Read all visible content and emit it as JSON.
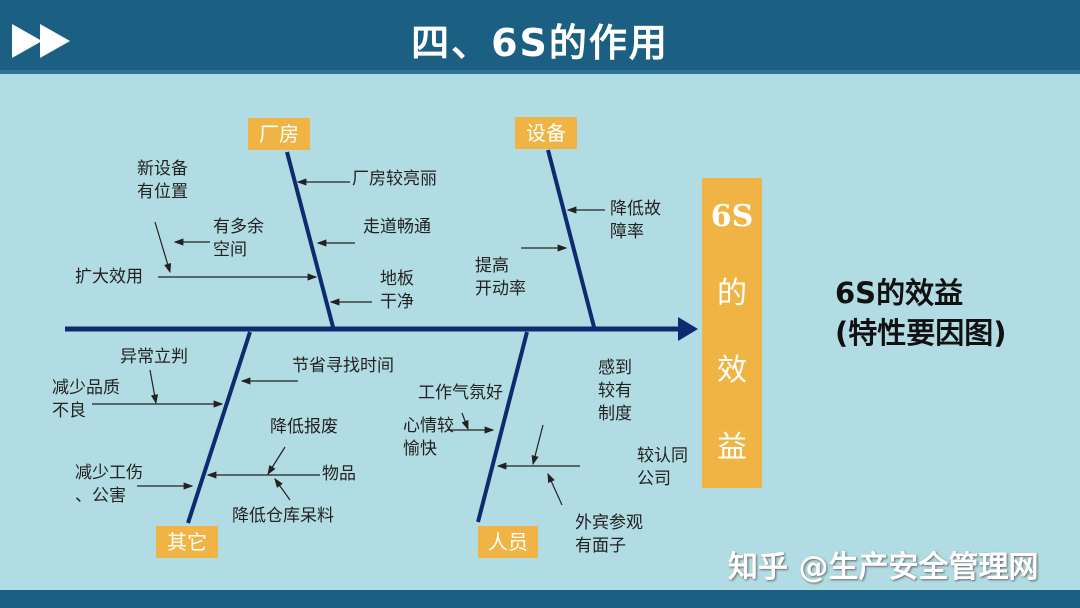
{
  "header": {
    "title": "四、6S的作用",
    "icon": "fast-forward-icon"
  },
  "colors": {
    "header": "#1b5f82",
    "background": "#b2dce3",
    "label": "#f0b444",
    "bone": "#0d2b6e"
  },
  "categories": {
    "factory": "厂房",
    "equipment": "设备",
    "other": "其它",
    "people": "人员"
  },
  "effect": [
    "6S",
    "的",
    "效",
    "益"
  ],
  "result": {
    "line1": "6S的效益",
    "line2": "(特性要因图)"
  },
  "causes": {
    "factory": [
      "厂房较亮丽",
      "走道畅通",
      "新设备\n有位置",
      "有多余\n空间",
      "扩大效用",
      "地板\n干净"
    ],
    "equipment": [
      "降低故\n障率",
      "提高\n开动率"
    ],
    "other": [
      "异常立判",
      "减少品质\n不良",
      "节省寻找时间",
      "降低报废",
      "减少工伤\n、公害",
      "物品",
      "降低仓库呆料"
    ],
    "people": [
      "工作气氛好",
      "心情较\n愉快",
      "感到\n较有\n制度",
      "较认同\n公司",
      "外宾参观\n有面子"
    ]
  },
  "watermark": "知乎 @生产安全管理网"
}
